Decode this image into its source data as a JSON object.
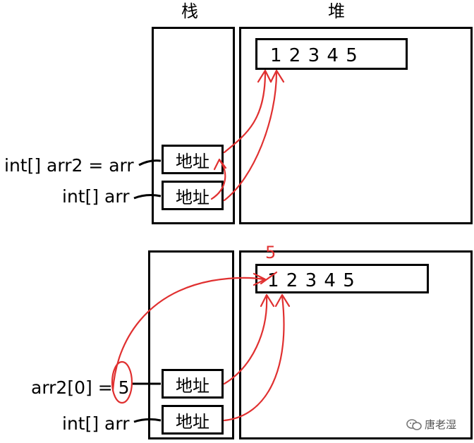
{
  "stack_title": "栈",
  "heap_title": "堆",
  "top": {
    "heap_array": "1 2 3 4 5",
    "stack_cell_1": "地址",
    "stack_cell_2": "地址",
    "var_1": "int[] arr2 = arr",
    "var_2": "int[] arr"
  },
  "bottom": {
    "heap_array": "1 2 3 4 5",
    "stack_cell_1": "地址",
    "stack_cell_2": "地址",
    "var_1": "arr2[0] = 5",
    "var_2": "int[] arr",
    "new_value": "5"
  },
  "watermark": "唐老湿",
  "colors": {
    "annotation": "#e03030",
    "outline": "#000000"
  },
  "icons": [
    "wechat-logo-icon"
  ]
}
